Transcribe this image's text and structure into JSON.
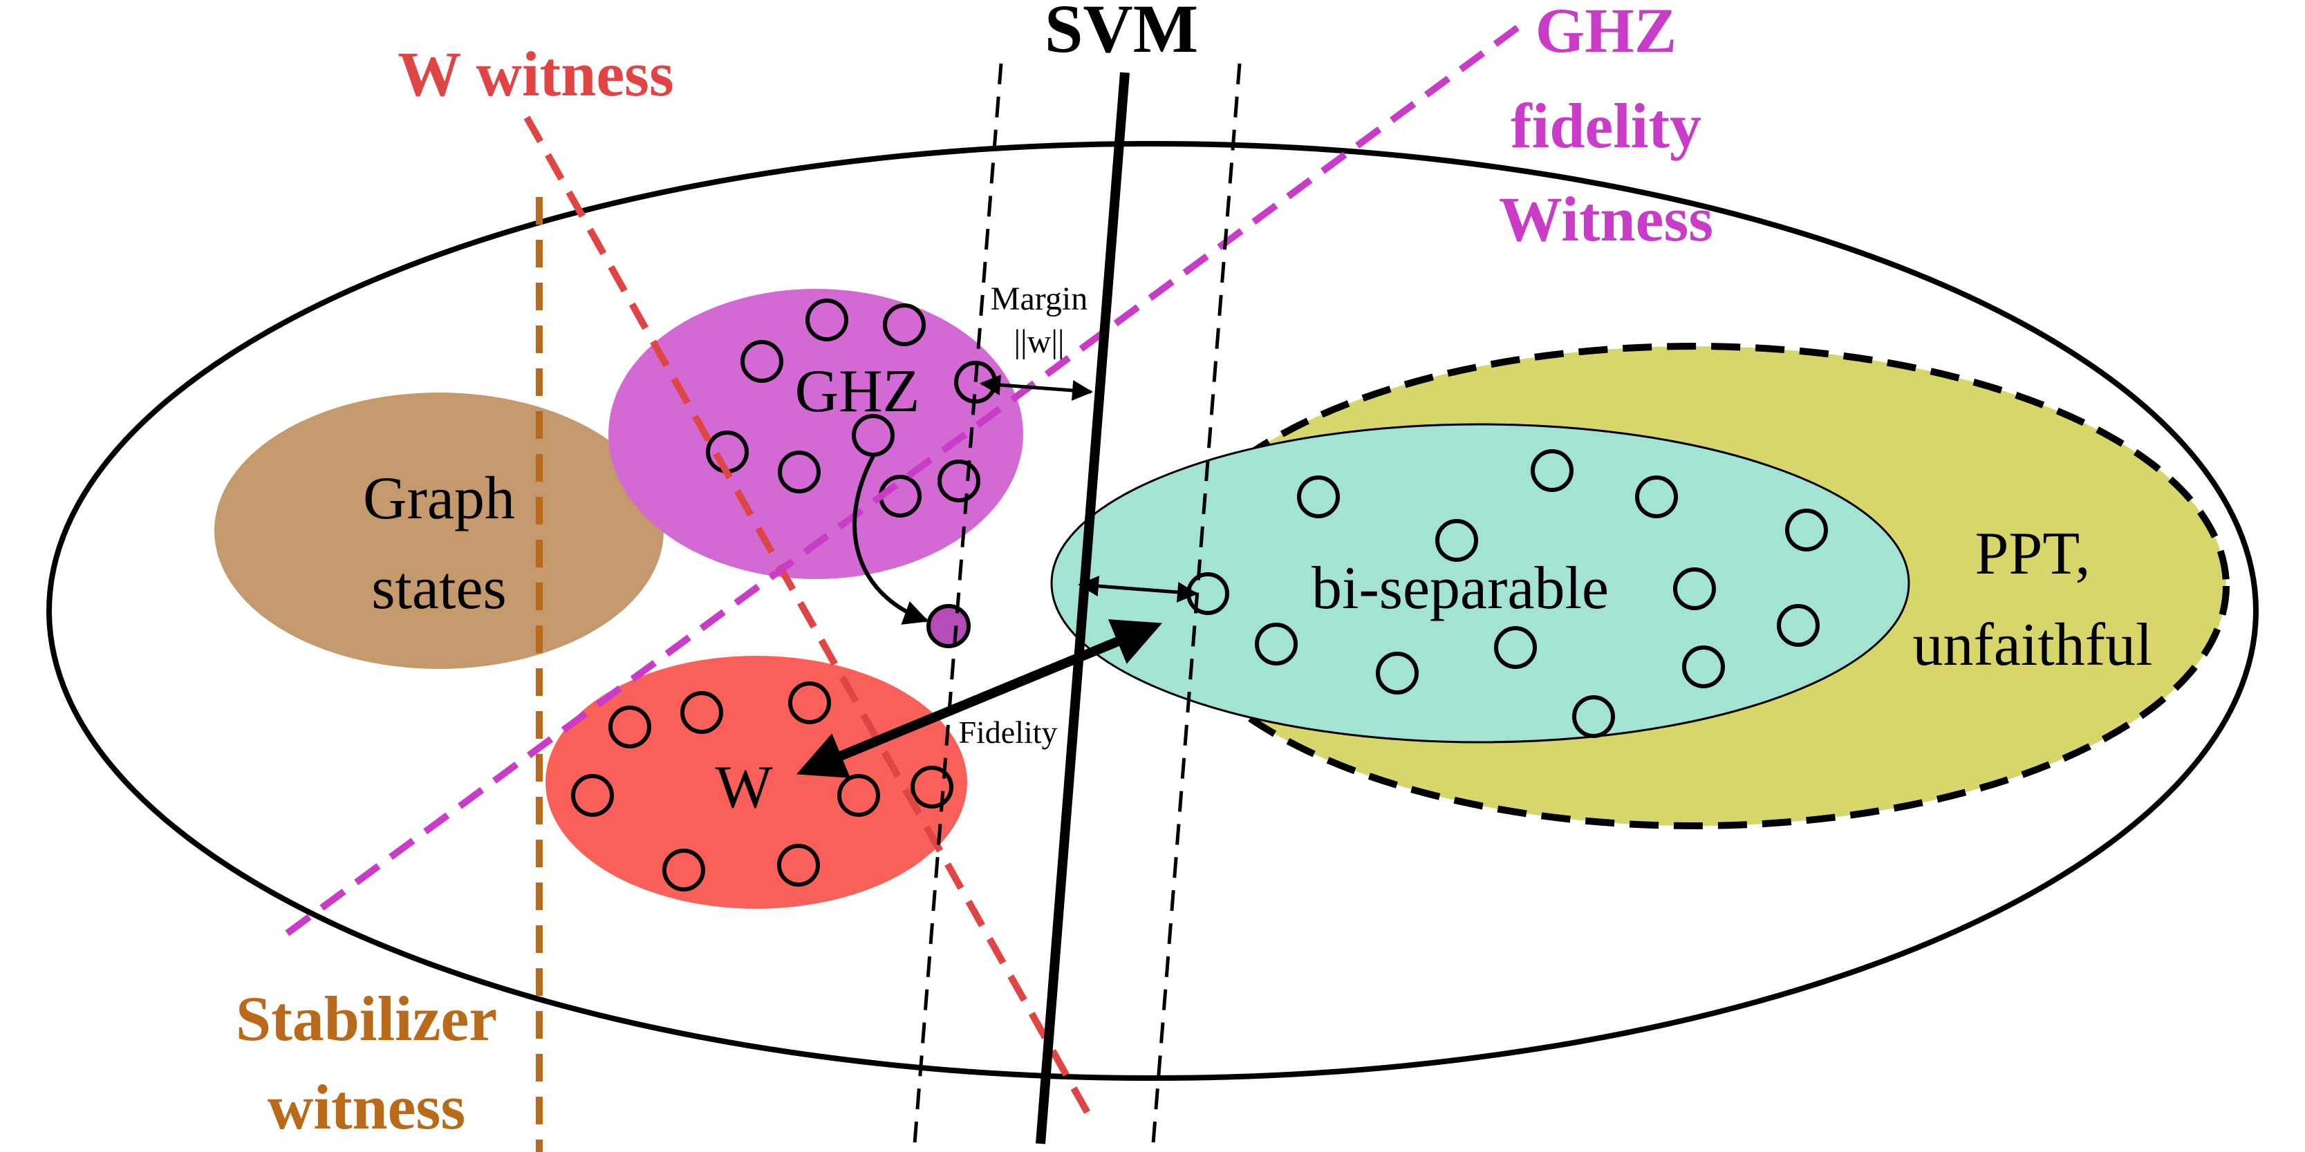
{
  "labels": {
    "svm": "SVM",
    "w_witness": "W witness",
    "ghz_witness_line1": "GHZ",
    "ghz_witness_line2": "fidelity",
    "ghz_witness_line3": "Witness",
    "stabilizer_line1": "Stabilizer",
    "stabilizer_line2": "witness",
    "margin_line1": "Margin",
    "margin_line2": "||w||",
    "fidelity": "Fidelity",
    "graph_line1": "Graph",
    "graph_line2": "states",
    "ghz": "GHZ",
    "w": "W",
    "biseparable": "bi-separable",
    "ppt_line1": "PPT,",
    "ppt_line2": "unfaithful"
  },
  "colors": {
    "svm": "#000000",
    "w_witness": "#e04545",
    "ghz_witness": "#c83cc8",
    "stabilizer": "#b86a1a",
    "graph_fill": "#c49a6c",
    "ghz_fill": "#d36ad3",
    "w_fill": "#f9605a",
    "ppt_fill": "#d6d66a",
    "biseparable_fill": "#a3e3d4"
  }
}
